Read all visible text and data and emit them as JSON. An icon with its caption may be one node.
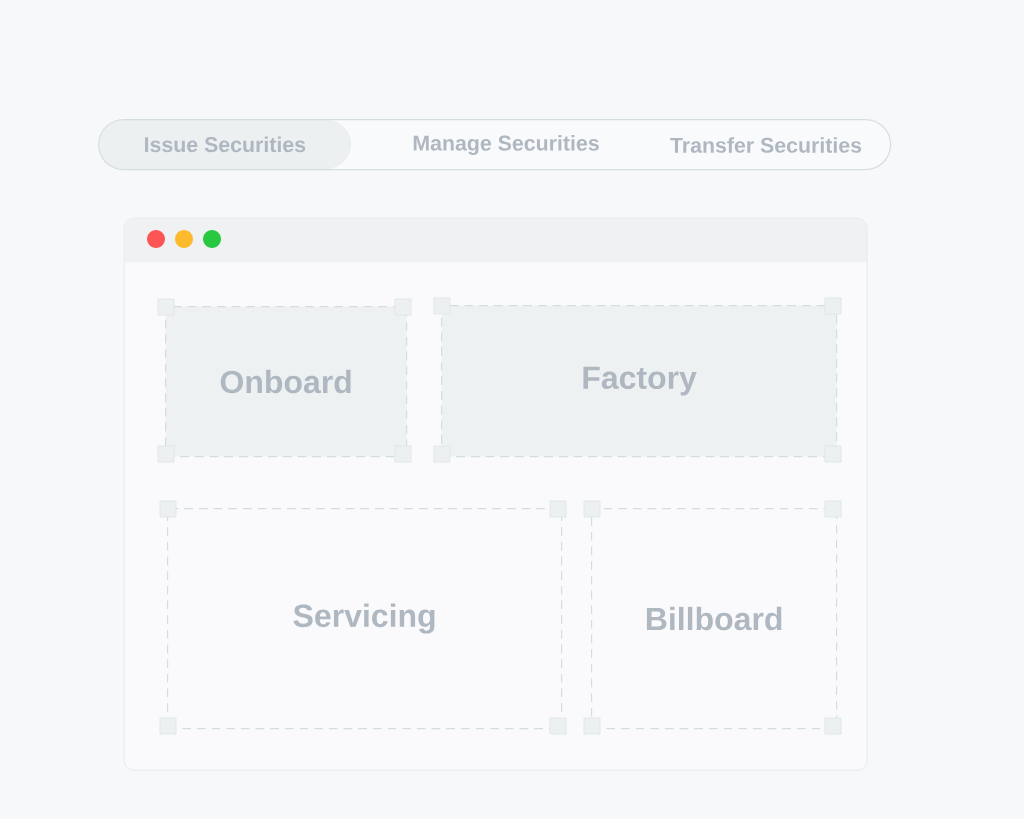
{
  "diagram": {
    "nodes": [
      {
        "text": [
          "Manage Securities",
          "Transfer Securities"
        ]
      },
      {
        "text": [
          "Issue Securities"
        ],
        "in": 0
      },
      {
        "text": [],
        "shape": "box"
      },
      {
        "text": [
          "Onboard"
        ],
        "in": 2
      },
      {
        "text": [
          "Factory"
        ],
        "in": 2
      },
      {
        "text": [
          "Servicing"
        ],
        "in": 2
      },
      {
        "text": [
          "Billboard"
        ],
        "in": 2
      }
    ]
  }
}
